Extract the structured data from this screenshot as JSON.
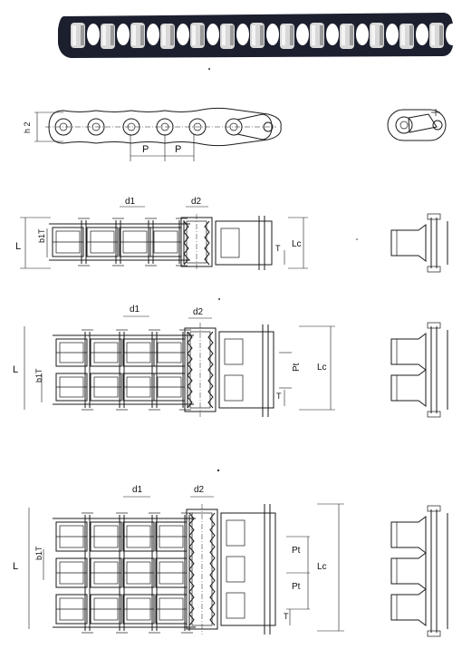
{
  "photo": {
    "subject": "roller-chain-photo"
  },
  "labels": {
    "h2": "h 2",
    "P": "P",
    "d1": "d1",
    "d2": "d2",
    "L": "L",
    "b1T": "b1T",
    "T": "T",
    "Lc": "Lc",
    "Pt": "Pt"
  },
  "colors": {
    "ink": "#1a1a1a",
    "chain_plate": "#1c1f2e",
    "roller": "#d8d8d8"
  }
}
